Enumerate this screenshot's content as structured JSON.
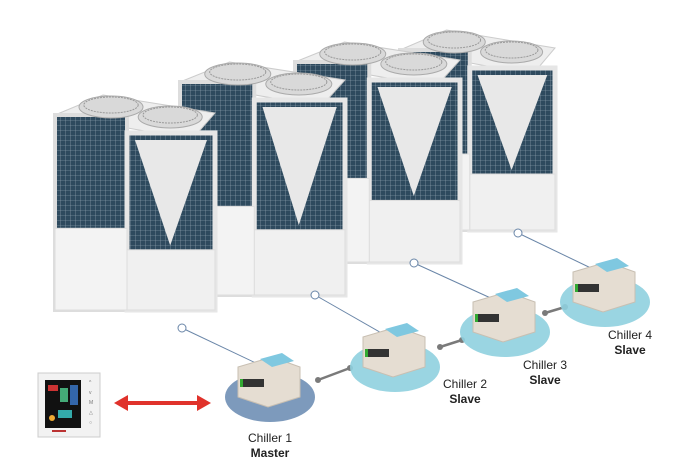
{
  "colors": {
    "accent_arrow": "#e0322b",
    "link_arrow": "#7a7a7a",
    "master_base": "#6f8fb5",
    "slave_base": "#8fd0df",
    "unit_frame": "#e6e6e6",
    "coil": "#2e4a5e"
  },
  "chillers": [
    {
      "name": "Chiller 1",
      "role": "Master"
    },
    {
      "name": "Chiller 2",
      "role": "Slave"
    },
    {
      "name": "Chiller 3",
      "role": "Slave"
    },
    {
      "name": "Chiller 4",
      "role": "Slave"
    }
  ],
  "icons": {
    "panel": "touch-control-panel",
    "link": "double-arrow"
  }
}
